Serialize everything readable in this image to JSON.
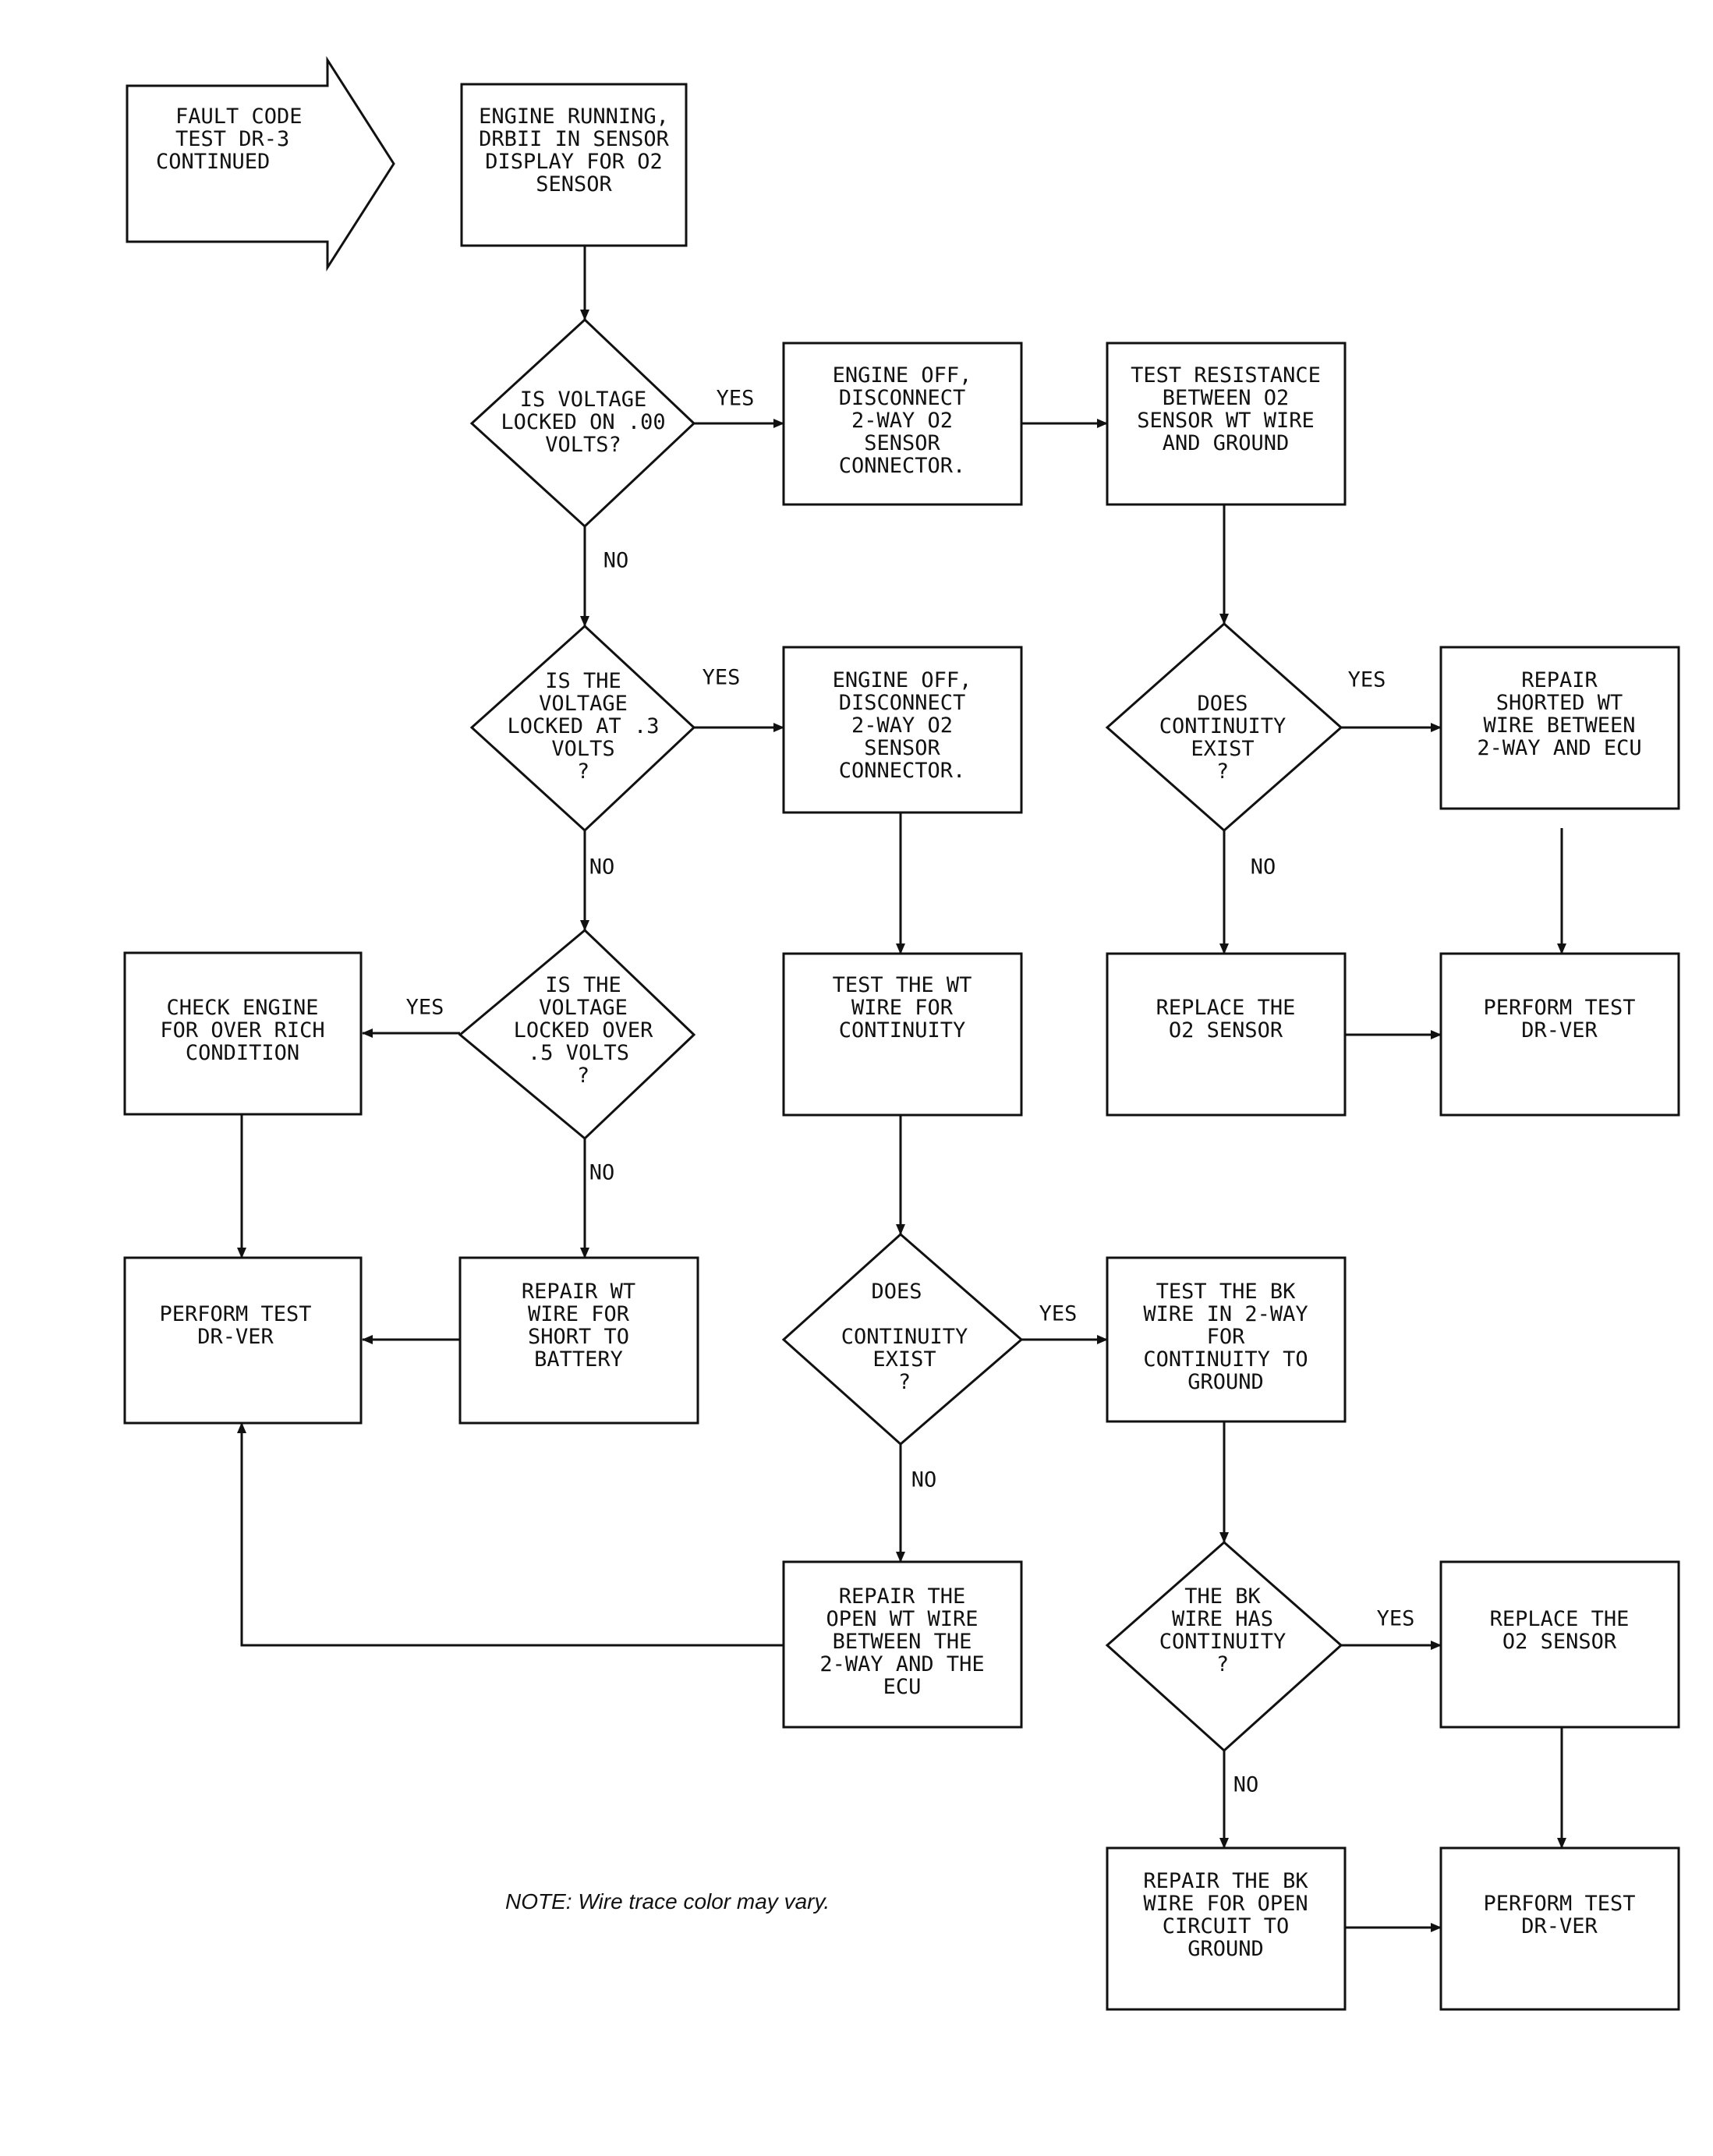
{
  "nodes": {
    "start": [
      "FAULT CODE",
      "TEST DR-3",
      "CONTINUED"
    ],
    "engine_running": [
      "ENGINE RUNNING,",
      "DRBII IN SENSOR",
      "DISPLAY FOR O2",
      "SENSOR"
    ],
    "q_locked_00": [
      "IS VOLTAGE",
      "LOCKED ON .00",
      "VOLTS?"
    ],
    "engine_off_1": [
      "ENGINE OFF,",
      "DISCONNECT",
      "2-WAY O2",
      "SENSOR",
      "CONNECTOR."
    ],
    "test_resistance": [
      "TEST RESISTANCE",
      "BETWEEN O2",
      "SENSOR WT WIRE",
      "AND GROUND"
    ],
    "q_locked_3": [
      "IS THE",
      "VOLTAGE",
      "LOCKED AT .3",
      "VOLTS",
      "?"
    ],
    "engine_off_2": [
      "ENGINE OFF,",
      "DISCONNECT",
      "2-WAY O2",
      "SENSOR",
      "CONNECTOR."
    ],
    "q_continuity_1": [
      "DOES",
      "CONTINUITY",
      "EXIST",
      "?"
    ],
    "repair_shorted": [
      "REPAIR",
      "SHORTED WT",
      "WIRE BETWEEN",
      "2-WAY AND ECU"
    ],
    "q_locked_5": [
      "IS THE",
      "VOLTAGE",
      "LOCKED OVER",
      ".5 VOLTS",
      "?"
    ],
    "check_engine": [
      "CHECK ENGINE",
      "FOR OVER RICH",
      "CONDITION"
    ],
    "test_wt_wire": [
      "TEST THE WT",
      "WIRE FOR",
      "CONTINUITY"
    ],
    "replace_o2_1": [
      "REPLACE THE",
      "O2 SENSOR"
    ],
    "perform_test_1": [
      "PERFORM TEST",
      "DR-VER"
    ],
    "perform_test_2": [
      "PERFORM TEST",
      "DR-VER"
    ],
    "repair_wt_short": [
      "REPAIR WT",
      "WIRE FOR",
      "SHORT TO",
      "BATTERY"
    ],
    "q_continuity_2": [
      "DOES",
      "",
      "CONTINUITY",
      "EXIST",
      "?"
    ],
    "test_bk_wire": [
      "TEST THE BK",
      "WIRE IN 2-WAY",
      "FOR",
      "CONTINUITY TO",
      "GROUND"
    ],
    "repair_open_wt": [
      "REPAIR THE",
      "OPEN WT WIRE",
      "BETWEEN THE",
      "2-WAY AND THE",
      "ECU"
    ],
    "q_bk_continuity": [
      "THE BK",
      "WIRE HAS",
      "CONTINUITY",
      "?"
    ],
    "replace_o2_2": [
      "REPLACE THE",
      "O2 SENSOR"
    ],
    "repair_bk_wire": [
      "REPAIR THE BK",
      "WIRE FOR OPEN",
      "CIRCUIT TO",
      "GROUND"
    ],
    "perform_test_3": [
      "PERFORM TEST",
      "DR-VER"
    ]
  },
  "branch_labels": {
    "yes": "YES",
    "no": "NO"
  },
  "note": "NOTE: Wire trace color may vary."
}
